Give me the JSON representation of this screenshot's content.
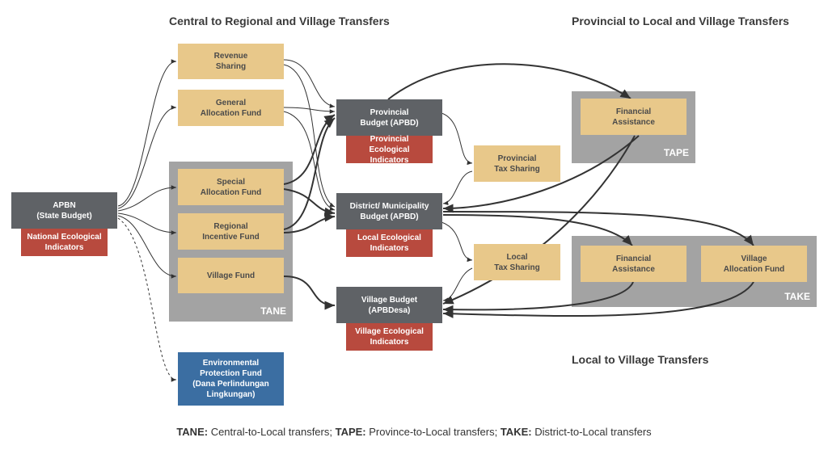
{
  "headings": {
    "central": "Central to Regional and Village Transfers",
    "provincial": "Provincial to Local and Village Transfers",
    "local": "Local to Village Transfers"
  },
  "groups": {
    "tane": "TANE",
    "tape": "TAPE",
    "take": "TAKE"
  },
  "nodes": {
    "apbn": "APBN\n(State Budget)",
    "national_indicators": "National Ecological\nIndicators",
    "revenue_sharing": "Revenue\nSharing",
    "general_allocation": "General\nAllocation Fund",
    "special_allocation": "Special\nAllocation Fund",
    "regional_incentive": "Regional\nIncentive Fund",
    "village_fund": "Village Fund",
    "environmental_fund": "Environmental\nProtection Fund\n(Dana Perlindungan\nLingkungan)",
    "provincial_budget": "Provincial\nBudget (APBD)",
    "provincial_indicators": "Provincial Ecological\nIndicators",
    "district_budget": "District/ Municipality\nBudget (APBD)",
    "local_indicators": "Local Ecological\nIndicators",
    "village_budget": "Village Budget\n(APBDesa)",
    "village_indicators": "Village Ecological\nIndicators",
    "provincial_tax": "Provincial\nTax Sharing",
    "local_tax": "Local\nTax Sharing",
    "tape_financial": "Financial\nAssistance",
    "take_financial": "Financial\nAssistance",
    "village_allocation": "Village\nAllocation Fund"
  },
  "legend": {
    "tane_key": "TANE:",
    "tane_text": " Central-to-Local transfers; ",
    "tape_key": "TAPE:",
    "tape_text": " Province-to-Local transfers; ",
    "take_key": "TAKE:",
    "take_text": " District-to-Local transfers"
  },
  "colors": {
    "tan": "#e8c88a",
    "dark": "#5f6266",
    "red": "#b84a3e",
    "blue": "#3b6ea2",
    "group": "#a3a3a3",
    "line": "#333333"
  }
}
